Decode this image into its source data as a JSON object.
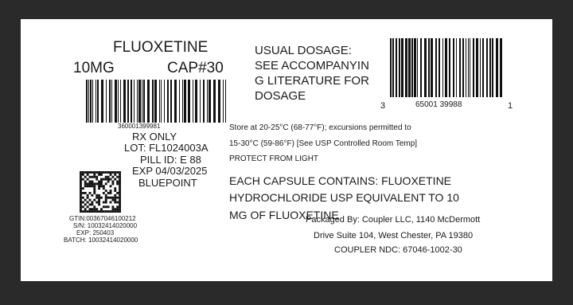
{
  "product": {
    "name": "FLUOXETINE",
    "strength": "10MG",
    "cap_count": "CAP#30",
    "barcode_number": "360001399981",
    "rx_only": "RX ONLY",
    "lot": "LOT: FL1024003A",
    "pill_id": "PILL ID: E 88",
    "exp": "EXP 04/03/2025",
    "manufacturer": "BLUEPOINT"
  },
  "dosage": {
    "lines": [
      "USUAL DOSAGE:",
      "SEE ACCOMPANYIN",
      "G LITERATURE FOR",
      "DOSAGE"
    ]
  },
  "upc": {
    "left_digit": "3",
    "middle_digits": "65001 39988",
    "right_digit": "1"
  },
  "storage": {
    "lines": [
      "Store at 20-25°C (68-77°F); excursions permitted to",
      "15-30°C (59-86°F) [See USP Controlled Room Temp]",
      "PROTECT FROM LIGHT"
    ]
  },
  "capsule_contents": {
    "lines": [
      "EACH CAPSULE CONTAINS: FLUOXETINE",
      "HYDROCHLORIDE USP EQUIVALENT TO 10",
      "MG OF FLUOXETINE"
    ]
  },
  "packager": {
    "lines": [
      "Packaged By: Coupler LLC, 1140 McDermott",
      "Drive Suite 104, West Chester, PA 19380",
      "COUPLER NDC: 67046-1002-30"
    ]
  },
  "serial_block": {
    "gtin": "GTIN:00367046100212",
    "sn": "S/N: 10032414020000",
    "exp": "EXP: 250403",
    "batch": "BATCH: 10032414020000"
  },
  "colors": {
    "background": "#2a2a2a",
    "label": "#ffffff",
    "ink": "#1a1a1a"
  }
}
